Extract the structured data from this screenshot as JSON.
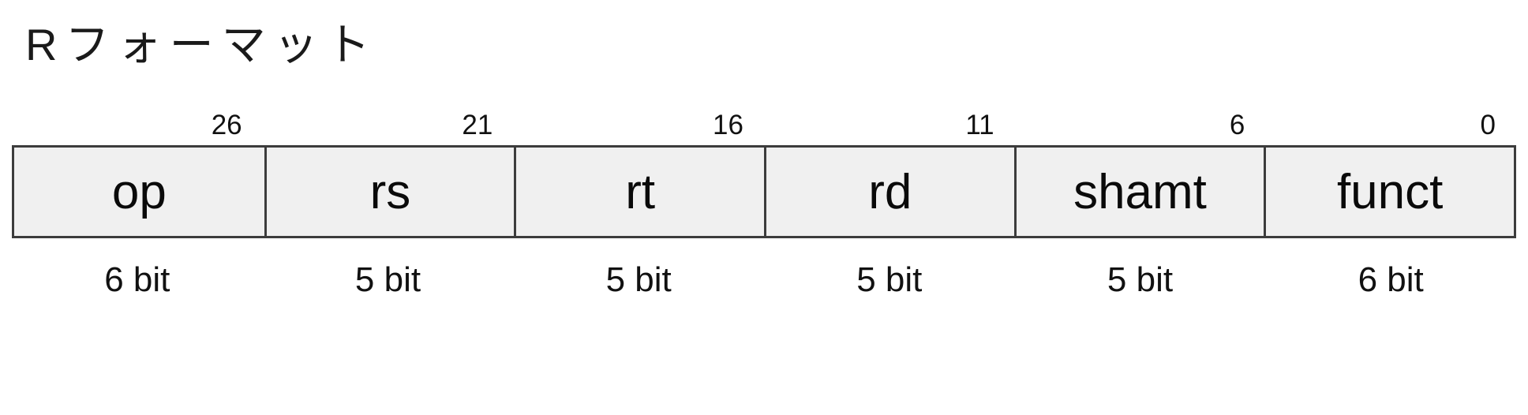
{
  "title": "Rフォーマット",
  "diagram": {
    "fields": [
      {
        "name": "op",
        "bit_label": "26",
        "width_label": "6 bit",
        "bits": 6
      },
      {
        "name": "rs",
        "bit_label": "21",
        "width_label": "5 bit",
        "bits": 5
      },
      {
        "name": "rt",
        "bit_label": "16",
        "width_label": "5 bit",
        "bits": 5
      },
      {
        "name": "rd",
        "bit_label": "11",
        "width_label": "5 bit",
        "bits": 5
      },
      {
        "name": "shamt",
        "bit_label": "6",
        "width_label": "5 bit",
        "bits": 5
      },
      {
        "name": "funct",
        "bit_label": "0",
        "width_label": "6 bit",
        "bits": 6
      }
    ],
    "colors": {
      "background": "#ffffff",
      "box_fill": "#f0f0f0",
      "box_border": "#3c3c3c",
      "text": "#111111"
    }
  }
}
